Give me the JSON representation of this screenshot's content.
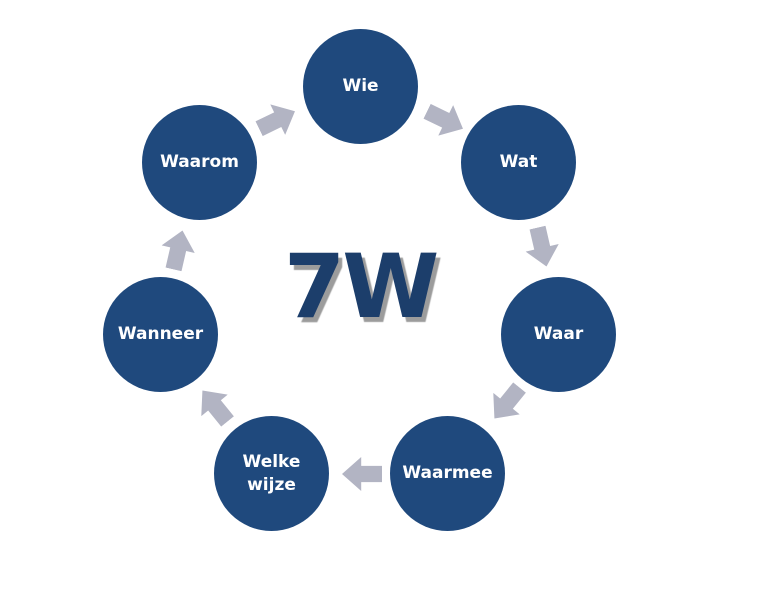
{
  "diagram": {
    "center_label": "7W",
    "steps": [
      {
        "label": "Wie"
      },
      {
        "label": "Wat"
      },
      {
        "label": "Waar"
      },
      {
        "label": "Waarmee"
      },
      {
        "label": "Welke\nwijze"
      },
      {
        "label": "Wanneer"
      },
      {
        "label": "Waarom"
      }
    ],
    "flow_arrows": [
      "waarom-to-wie",
      "wie-to-wat",
      "wat-to-waar",
      "waar-to-waarmee",
      "waarmee-to-welke-wijze",
      "welke-wijze-to-wanneer",
      "wanneer-to-waarom"
    ],
    "colors": {
      "background": "#FFFFFF",
      "circle": "#1F497D",
      "circle_text": "#FFFFFF",
      "arrow": "#B2B4C3",
      "title": "#1C3E6B",
      "title_shadow": "#9C9C9C"
    }
  }
}
